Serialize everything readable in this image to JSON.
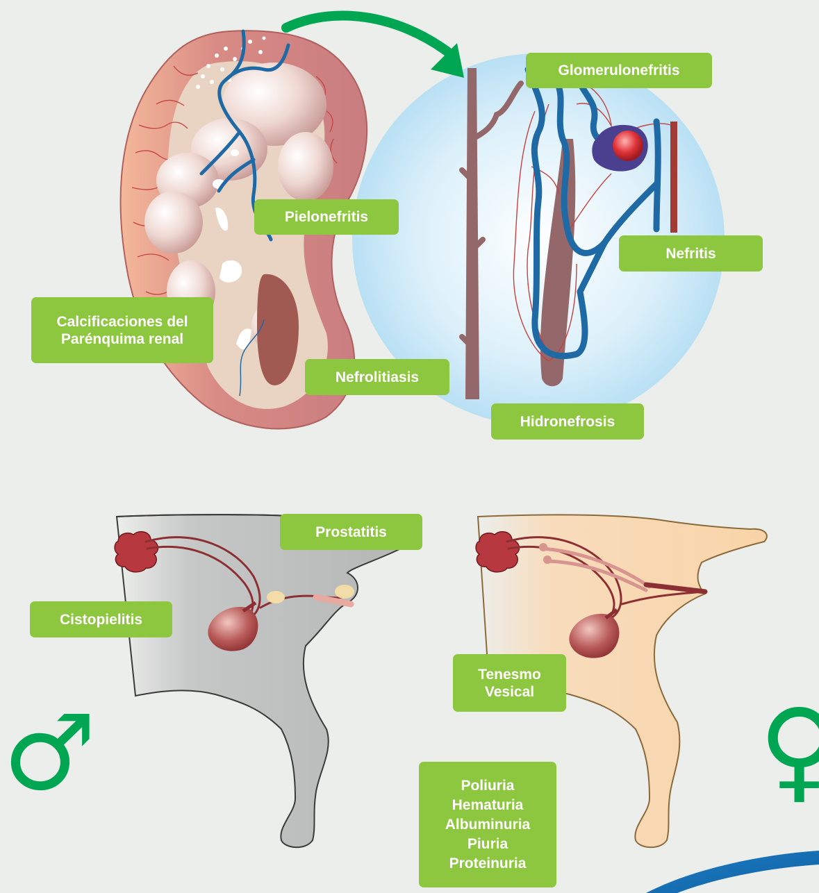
{
  "labels": {
    "glomerulonefritis": "Glomerulonefritis",
    "pielonefritis": "Pielonefritis",
    "nefritis": "Nefritis",
    "calcificaciones": "Calcificaciones del\nParénquima renal",
    "nefrolitiasis": "Nefrolitiasis",
    "hidronefrosis": "Hidronefrosis",
    "prostatitis": "Prostatitis",
    "cistopielitis": "Cistopielitis",
    "tenesmo": "Tenesmo\nVesical",
    "signos": "Poliuria\nHematuria\nAlbuminuria\nPiuria\nProteinuria"
  },
  "symbols": {
    "male": "♂",
    "female": "♀"
  },
  "colors": {
    "label_bg": "#8dc63f",
    "label_text": "#ffffff",
    "symbol": "#00a651",
    "background": "#eceeeb",
    "male_body": "#b8b9b9",
    "female_body": "#f9d7ad",
    "kidney": "#d6877f",
    "nephron_circle": "#c9e8f5",
    "vein": "#2e6fa3",
    "artery": "#94686a"
  }
}
